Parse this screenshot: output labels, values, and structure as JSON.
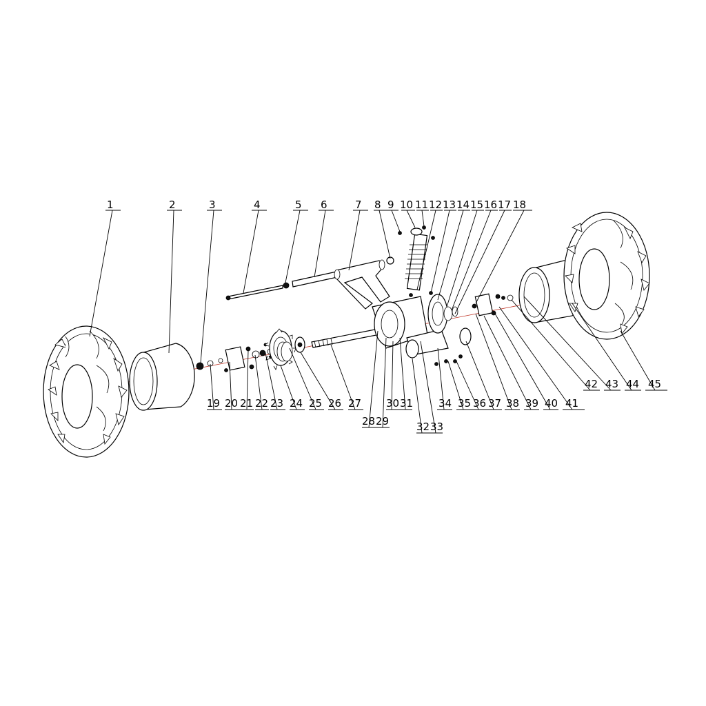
{
  "accent": "#c0392b",
  "callouts_top": [
    "1",
    "2",
    "3",
    "4",
    "5",
    "6",
    "7",
    "8",
    "9",
    "10",
    "11",
    "12",
    "13",
    "14",
    "15",
    "16",
    "17",
    "18"
  ],
  "callouts_bottom": [
    "19",
    "20",
    "21",
    "22",
    "23",
    "24",
    "25",
    "26",
    "27",
    "28",
    "29",
    "30",
    "31",
    "32",
    "33",
    "34",
    "35",
    "36",
    "37",
    "38",
    "39",
    "40",
    "41",
    "42",
    "43",
    "44",
    "45"
  ],
  "parts": [
    {
      "id": "1",
      "icon": "tire-icon"
    },
    {
      "id": "2",
      "icon": "rim-icon"
    },
    {
      "id": "4",
      "icon": "bolt-icon"
    },
    {
      "id": "6",
      "icon": "shaft-icon"
    },
    {
      "id": "7",
      "icon": "swingarm-icon"
    },
    {
      "id": "12",
      "icon": "shock-absorber-icon"
    },
    {
      "id": "24",
      "icon": "sprocket-icon"
    },
    {
      "id": "27",
      "icon": "axle-icon"
    },
    {
      "id": "44",
      "icon": "rim-icon"
    },
    {
      "id": "45",
      "icon": "tire-icon"
    }
  ]
}
